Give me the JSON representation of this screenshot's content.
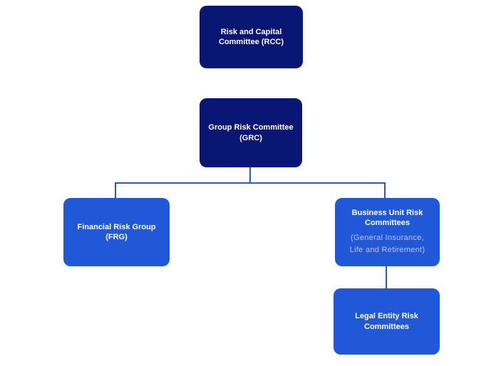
{
  "diagram": {
    "type": "org-chart",
    "background_color": "#ffffff",
    "colors": {
      "committee_box": "#0a1673",
      "group_box": "#2158d8",
      "connector": "#2d5abe",
      "title_text": "#ffffff",
      "subtitle_text": "#b9c4ee"
    },
    "nodes": {
      "rcc": {
        "title_line1": "Risk and Capital",
        "title_line2": "Committee (RCC)"
      },
      "grc": {
        "title_line1": "Group Risk Committee",
        "title_line2": "(GRC)"
      },
      "frg": {
        "title_line1": "Financial Risk Group",
        "title_line2": "(FRG)"
      },
      "burc": {
        "title_line1": "Business Unit Risk",
        "title_line2": "Committees",
        "subtitle_line1": "(General Insurance,",
        "subtitle_line2": "Life and Retirement)"
      },
      "legal": {
        "title_line1": "Legal Entity Risk",
        "title_line2": "Committees"
      }
    },
    "edges": [
      "GRC -> FRG",
      "GRC -> Business Unit Risk Committees",
      "Business Unit Risk Committees -> Legal Entity Risk Committees"
    ]
  }
}
